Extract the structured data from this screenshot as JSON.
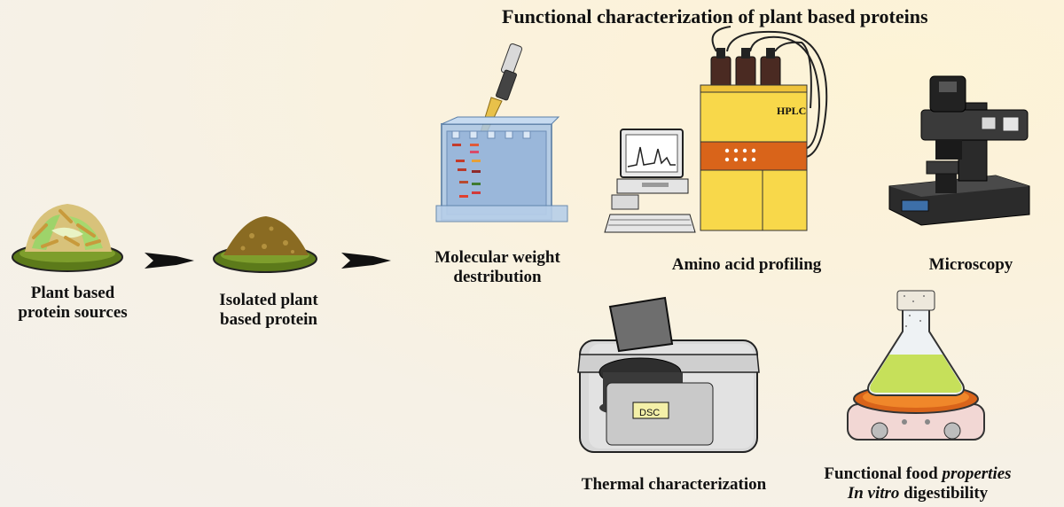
{
  "title": "Functional characterization of plant based proteins",
  "steps": {
    "source": {
      "line1": "Plant based",
      "line2": "protein sources"
    },
    "isolated": {
      "line1": "Isolated plant",
      "line2": "based protein"
    }
  },
  "techniques": {
    "mw": {
      "line1": "Molecular weight",
      "line2": "destribution"
    },
    "amino": {
      "label": "Amino acid profiling",
      "device_label": "HPLC"
    },
    "microscopy": {
      "label": "Microscopy"
    },
    "thermal": {
      "label": "Thermal characterization",
      "device_label": "DSC"
    },
    "functional": {
      "line1_normal": "Functional food ",
      "line1_italic": "properties",
      "line2_italic": "In vitro",
      "line2_normal": " digestibility"
    }
  },
  "colors": {
    "arrow": "#111111",
    "bowl": "#6b8a1f",
    "powder": "#8a6b22",
    "hplc_yellow": "#f8d84a",
    "hplc_orange": "#d9641a",
    "flask_liquid": "#c6e05a"
  }
}
